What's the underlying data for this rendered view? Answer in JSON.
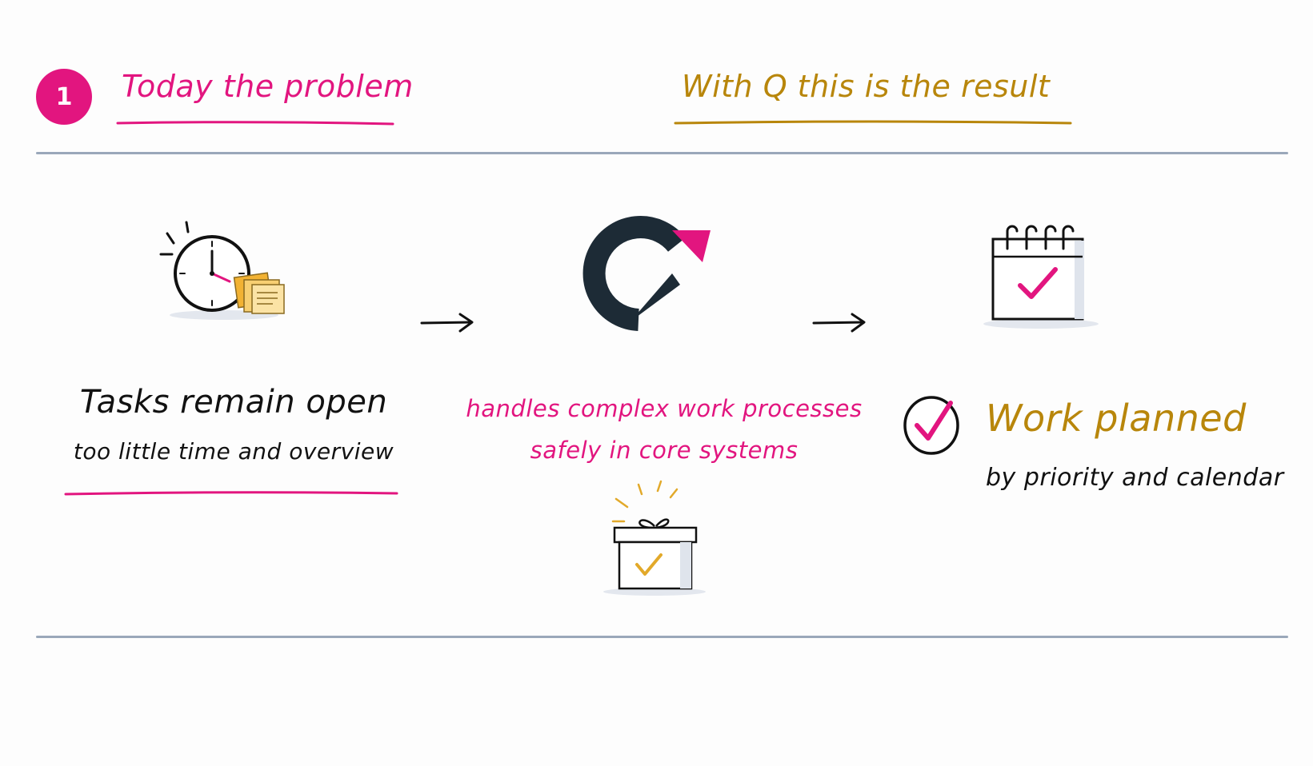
{
  "step": {
    "number": "1"
  },
  "headings": {
    "problem": "Today the problem",
    "result": "With Q this is the result"
  },
  "problem": {
    "title": "Tasks remain open",
    "subtitle": "too little time and overview"
  },
  "solution": {
    "line1": "handles complex work processes",
    "line2": "safely in core systems"
  },
  "result": {
    "title": "Work planned",
    "subtitle": "by priority and calendar"
  },
  "colors": {
    "accent_pink": "#e2157f",
    "accent_gold": "#b8860b",
    "logo_dark": "#1d2b36",
    "rule_grey": "#9aa8ba"
  },
  "icons": [
    "clock-icon",
    "sticky-notes-icon",
    "arrow-right-icon",
    "q-logo-icon",
    "gift-box-icon",
    "calendar-check-icon",
    "check-circle-icon"
  ]
}
